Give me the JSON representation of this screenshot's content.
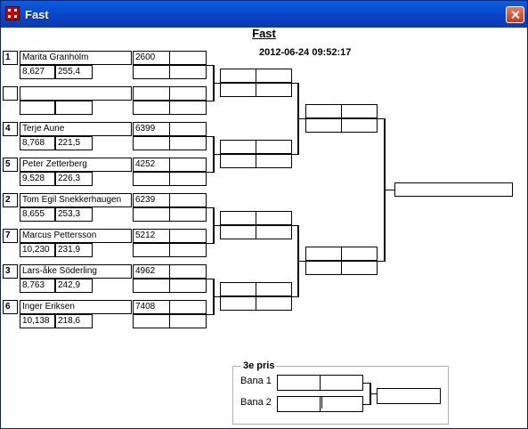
{
  "window": {
    "title": "Fast"
  },
  "header": {
    "title": "Fast",
    "datetime": "2012-06-24 09:52:17"
  },
  "players": [
    {
      "seed": "1",
      "name": "Marita Granholm",
      "stat1": "8,627",
      "stat2": "255,4",
      "score": "2600"
    },
    {
      "seed": "",
      "name": "",
      "stat1": "",
      "stat2": "",
      "score": ""
    },
    {
      "seed": "4",
      "name": "Terje Aune",
      "stat1": "8,768",
      "stat2": "221,5",
      "score": "6399"
    },
    {
      "seed": "5",
      "name": "Peter Zetterberg",
      "stat1": "9,528",
      "stat2": "226,3",
      "score": "4252"
    },
    {
      "seed": "2",
      "name": "Tom Egil Snekkerhaugen",
      "stat1": "8,655",
      "stat2": "253,3",
      "score": "6239"
    },
    {
      "seed": "7",
      "name": "Marcus Pettersson",
      "stat1": "10,230",
      "stat2": "231,9",
      "score": "5212"
    },
    {
      "seed": "3",
      "name": "Lars-åke Söderling",
      "stat1": "8,763",
      "stat2": "242,9",
      "score": "4962"
    },
    {
      "seed": "6",
      "name": "Inger Eriksen",
      "stat1": "10,138",
      "stat2": "218,6",
      "score": "7408"
    }
  ],
  "third_place": {
    "legend": "3e pris",
    "lane1": "Bana 1",
    "lane2": "Bana 2"
  },
  "colors": {
    "titlebar": "#0843c8",
    "close": "#c83a1a"
  }
}
